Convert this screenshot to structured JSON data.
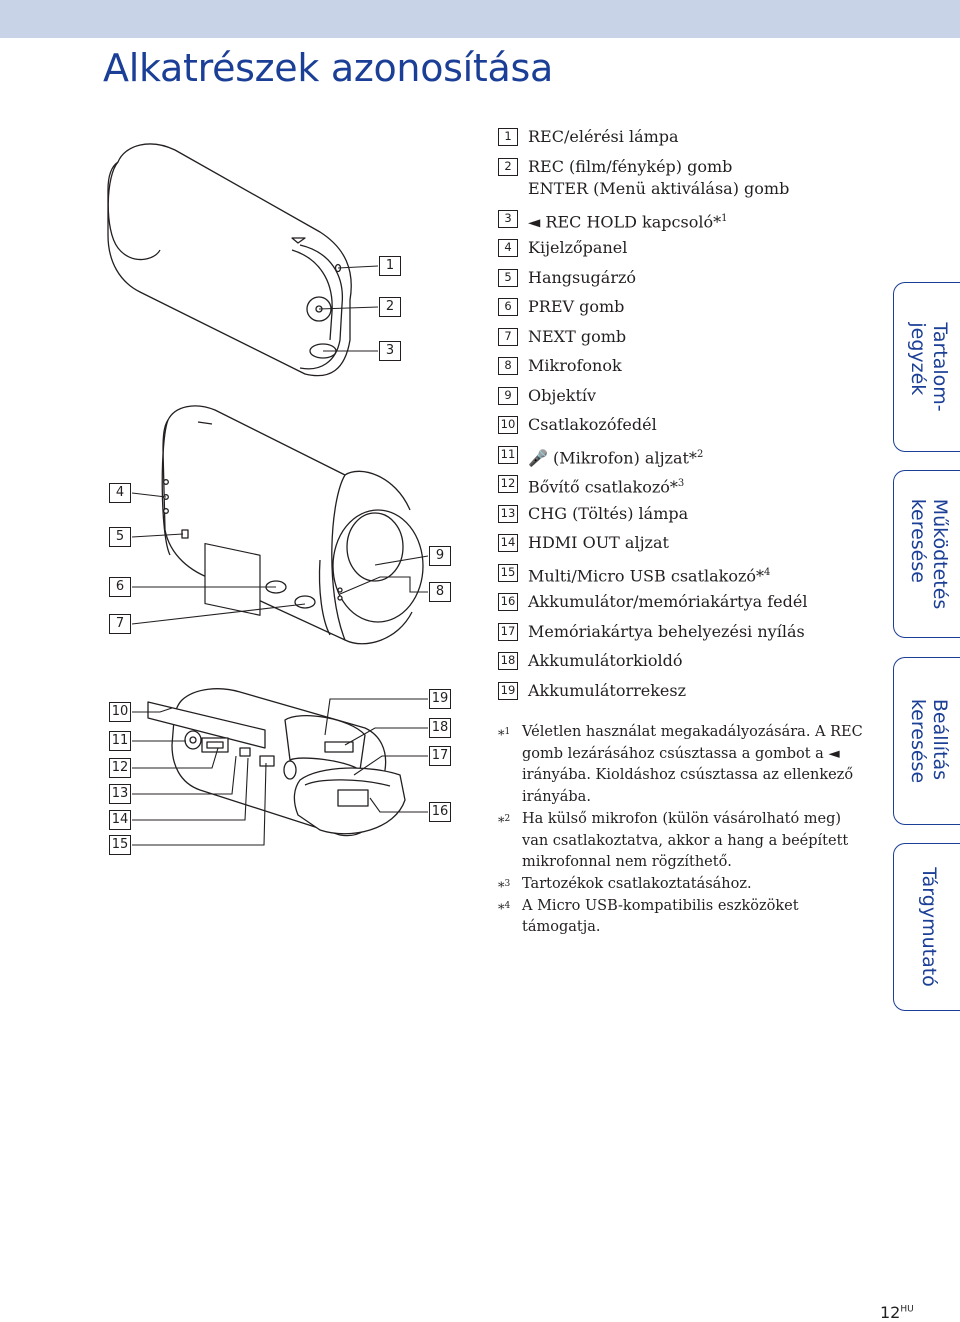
{
  "page": {
    "title": "Alkatrészek azonosítása",
    "number": "12",
    "number_suffix": "HU"
  },
  "side_tabs": [
    {
      "line1": "Tartalom-",
      "line2": "jegyzék"
    },
    {
      "line1": "Működtetés",
      "line2": "keresése"
    },
    {
      "line1": "Beállítás",
      "line2": "keresése"
    },
    {
      "line1": "Tárgymutató",
      "line2": ""
    }
  ],
  "callouts": [
    "1",
    "2",
    "3",
    "4",
    "5",
    "6",
    "7",
    "8",
    "9",
    "10",
    "11",
    "12",
    "13",
    "14",
    "15",
    "16",
    "17",
    "18",
    "19"
  ],
  "parts": [
    {
      "n": "1",
      "text": "REC/elérési lámpa"
    },
    {
      "n": "2",
      "text": "REC (film/fénykép) gomb",
      "text2": "ENTER (Menü aktiválása) gomb"
    },
    {
      "n": "3",
      "text": "◄ REC HOLD kapcsoló*",
      "sup": "1"
    },
    {
      "n": "4",
      "text": "Kijelzőpanel"
    },
    {
      "n": "5",
      "text": "Hangsugárzó"
    },
    {
      "n": "6",
      "text": "PREV gomb"
    },
    {
      "n": "7",
      "text": "NEXT gomb"
    },
    {
      "n": "8",
      "text": "Mikrofonok"
    },
    {
      "n": "9",
      "text": "Objektív"
    },
    {
      "n": "10",
      "text": "Csatlakozófedél"
    },
    {
      "n": "11",
      "text": "🎤 (Mikrofon) aljzat*",
      "sup": "2"
    },
    {
      "n": "12",
      "text": "Bővítő csatlakozó*",
      "sup": "3"
    },
    {
      "n": "13",
      "text": "CHG (Töltés) lámpa"
    },
    {
      "n": "14",
      "text": "HDMI OUT aljzat"
    },
    {
      "n": "15",
      "text": "Multi/Micro USB csatlakozó*",
      "sup": "4"
    },
    {
      "n": "16",
      "text": "Akkumulátor/memóriakártya fedél"
    },
    {
      "n": "17",
      "text": "Memóriakártya behelyezési nyílás"
    },
    {
      "n": "18",
      "text": "Akkumulátorkioldó"
    },
    {
      "n": "19",
      "text": "Akkumulátorrekesz"
    }
  ],
  "footnotes": [
    {
      "mark": "*",
      "sup": "1",
      "text": "Véletlen használat megakadályozására. A REC gomb lezárásához csúsztassa a gombot a ◄ irányába. Kioldáshoz csúsztassa az ellenkező irányába."
    },
    {
      "mark": "*",
      "sup": "2",
      "text": "Ha külső mikrofon (külön vásárolható meg) van csatlakoztatva, akkor a hang a beépített mikrofonnal nem rögzíthető."
    },
    {
      "mark": "*",
      "sup": "3",
      "text": "Tartozékok csatlakoztatásához."
    },
    {
      "mark": "*",
      "sup": "4",
      "text": "A Micro USB-kompatibilis eszközöket támogatja."
    }
  ],
  "colors": {
    "accent": "#1b3f96",
    "header_band": "#c9d3e8",
    "ink": "#231f20"
  }
}
